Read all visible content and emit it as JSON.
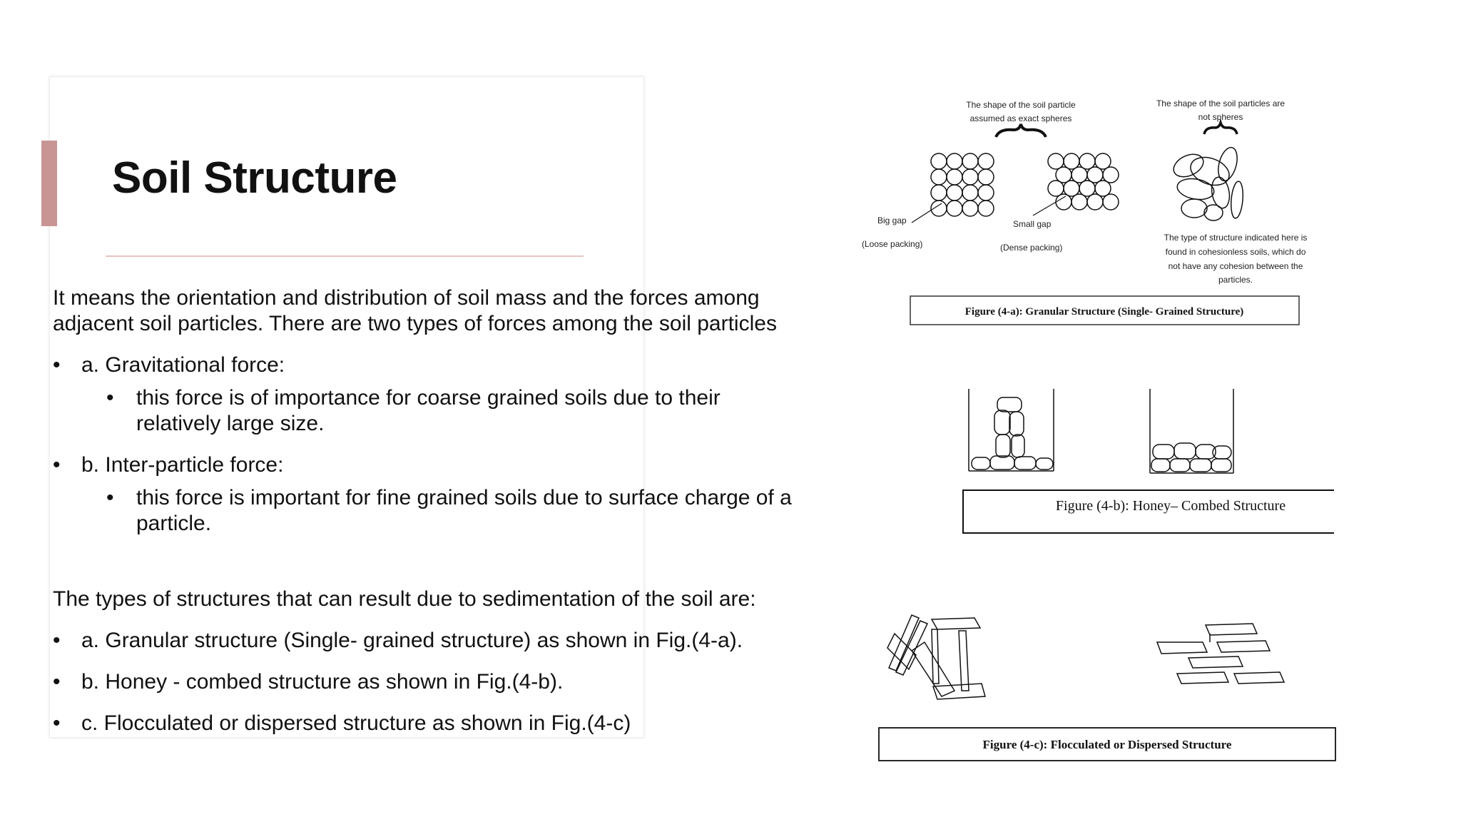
{
  "slide": {
    "title": "Soil Structure",
    "intro": "It means the orientation and distribution of soil mass and the forces among adjacent soil particles. There are two types of forces among the soil particles",
    "forces": [
      {
        "label": "a. Gravitational force:",
        "detail": "this force is of importance for coarse grained soils due to their relatively large size."
      },
      {
        "label": "b. Inter-particle force:",
        "detail": "this force is important for fine grained soils due to surface charge of a particle."
      }
    ],
    "types_intro": "The types of structures that can result due to sedimentation of the soil are:",
    "types": [
      "a. Granular structure (Single- grained structure) as shown in Fig.(4-a).",
      "b. Honey - combed structure as shown in Fig.(4-b).",
      "c. Flocculated or dispersed structure as shown in Fig.(4-c)"
    ]
  },
  "figures": {
    "fig_a": {
      "note_spheres_1": "The shape of the soil particle",
      "note_spheres_2": "assumed as exact spheres",
      "note_nonspheres_1": "The shape of the soil particles are",
      "note_nonspheres_2": "not spheres",
      "big_gap": "Big gap",
      "loose": "(Loose packing)",
      "small_gap": "Small gap",
      "dense": "(Dense packing)",
      "cohesion_1": "The type of structure indicated here is",
      "cohesion_2": "found in cohesionless soils, which do",
      "cohesion_3": "not have any cohesion between the",
      "cohesion_4": "particles.",
      "caption": "Figure (4-a): Granular Structure (Single- Grained Structure)"
    },
    "fig_b": {
      "caption": "Figure (4-b): Honey– Combed Structure"
    },
    "fig_c": {
      "caption": "Figure (4-c): Flocculated or Dispersed Structure"
    }
  }
}
